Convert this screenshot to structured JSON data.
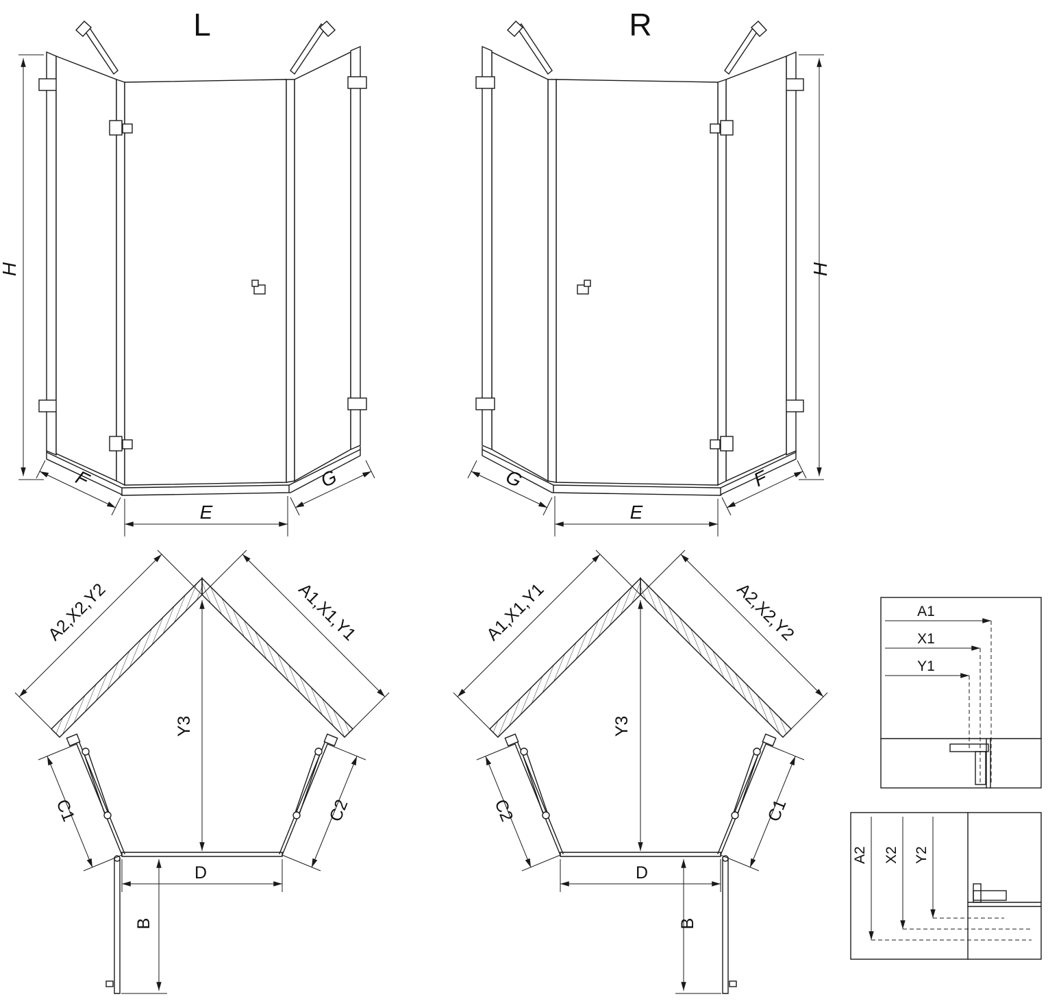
{
  "diagrams": {
    "elevation_left": {
      "title": "L",
      "dim_height": "H",
      "dim_bottom_left": "F",
      "dim_bottom_center": "E",
      "dim_bottom_right": "G"
    },
    "elevation_right": {
      "title": "R",
      "dim_height": "H",
      "dim_bottom_left": "G",
      "dim_bottom_center": "E",
      "dim_bottom_right": "F"
    },
    "plan_left": {
      "dim_wall_left": "A2,X2,Y2",
      "dim_wall_right": "A1,X1,Y1",
      "dim_depth": "Y3",
      "dim_side_left": "C1",
      "dim_side_right": "C2",
      "dim_front": "D",
      "dim_door": "B"
    },
    "plan_right": {
      "dim_wall_left": "A1,X1,Y1",
      "dim_wall_right": "A2,X2,Y2",
      "dim_depth": "Y3",
      "dim_side_left": "C2",
      "dim_side_right": "C1",
      "dim_front": "D",
      "dim_door": "B"
    },
    "detail_horizontal": {
      "labels": [
        "A1",
        "X1",
        "Y1"
      ]
    },
    "detail_vertical": {
      "labels": [
        "A2",
        "X2",
        "Y2"
      ]
    }
  }
}
